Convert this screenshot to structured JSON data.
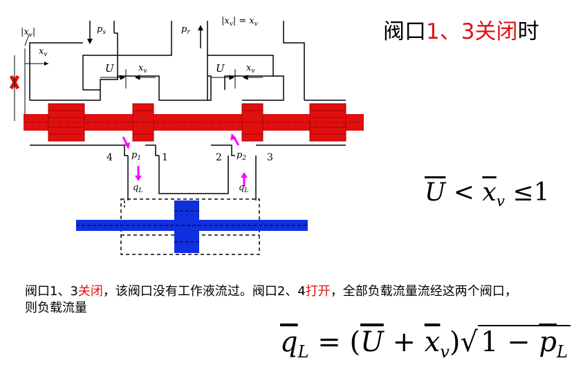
{
  "title": {
    "part1": "阀口",
    "part2": "1、3关闭",
    "part3": "时"
  },
  "diagram_labels": {
    "abs_xv": "|x",
    "abs_xv_sub": "v",
    "abs_xv_end": "|",
    "xv": "x",
    "xv_sub": "v",
    "ps": "p",
    "ps_sub": "s",
    "pr": "p",
    "pr_sub": "r",
    "abs_eq": "|x",
    "abs_eq_sub": "v",
    "abs_eq_rest": "| = x",
    "abs_eq_rest_sub": "v",
    "U_left": "U",
    "U_right": "U",
    "x_left": "x",
    "x_left_sub": "v",
    "x_right": "x",
    "x_right_sub": "v",
    "port4": "4",
    "port1": "1",
    "port2": "2",
    "port3": "3",
    "p1": "p",
    "p1_sub": "1",
    "p2": "p",
    "p2_sub": "2",
    "qL_left": "q",
    "qL_left_sub": "L",
    "qL_right": "q",
    "qL_right_sub": "L"
  },
  "condition": {
    "U": "U",
    "lt": "<",
    "x": "x",
    "x_sub": "v",
    "le": "≤",
    "one": "1"
  },
  "description": {
    "s1": "阀口1、3",
    "s2": "关闭",
    "s3": "，该阀口没有工作液流过。阀口2、4",
    "s4": "打开",
    "s5": "，全部负载流量流经这两个阀口，则负载流量"
  },
  "formula": {
    "q": "q",
    "q_sub": "L",
    "eq": " = (",
    "U": "U",
    "plus": " + ",
    "x": "x",
    "x_sub": "v",
    "close": ")",
    "root_one": "1 − ",
    "p": "p",
    "p_sub": "L"
  },
  "colors": {
    "spool": "#e01010",
    "piston": "#1030e0",
    "arrow": "#ff00ff",
    "title_highlight": "#e01010"
  }
}
